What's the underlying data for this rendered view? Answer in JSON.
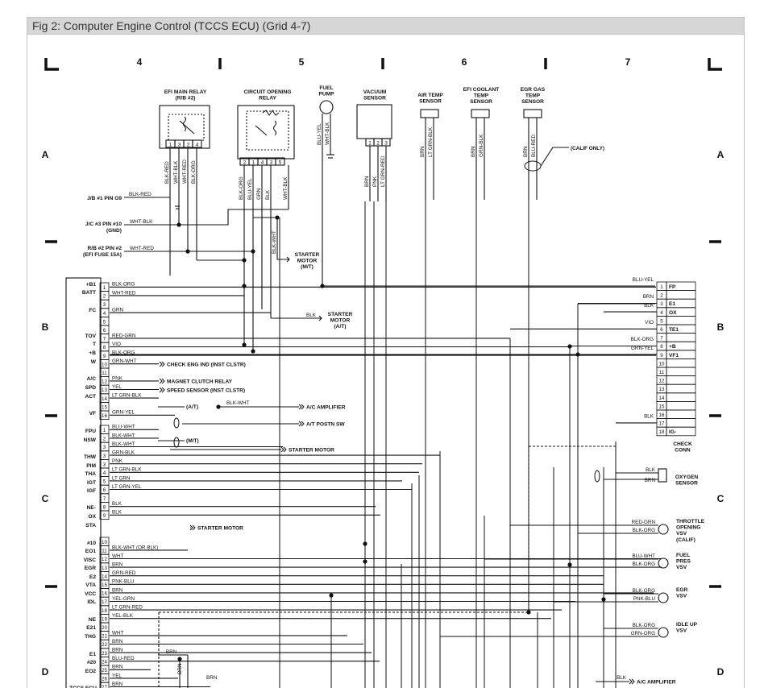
{
  "title": "Fig 2: Computer Engine Control (TCCS ECU) (Grid 4-7)",
  "grid": {
    "columns": [
      "4",
      "5",
      "6",
      "7"
    ],
    "rows": [
      "A",
      "B",
      "C",
      "D"
    ]
  },
  "components": {
    "efi_main_relay": [
      "EFI MAIN RELAY",
      "(R/B #2)"
    ],
    "efi_main_relay_pins": [
      "1",
      "3",
      "2",
      "4"
    ],
    "circuit_opening_relay": [
      "CIRCUIT OPENING",
      "RELAY"
    ],
    "circuit_opening_relay_pins": [
      "2",
      "1",
      "4",
      "3",
      "5"
    ],
    "fuel_pump": [
      "FUEL",
      "PUMP"
    ],
    "vacuum_sensor": [
      "VACUUM",
      "SENSOR"
    ],
    "vacuum_sensor_pins": [
      "1",
      "2",
      "3"
    ],
    "air_temp_sensor": [
      "AIR TEMP",
      "SENSOR"
    ],
    "efi_coolant_temp_sensor": [
      "EFI COOLANT",
      "TEMP",
      "SENSOR"
    ],
    "egr_gas_temp_sensor": [
      "EGR GAS",
      "TEMP",
      "SENSOR"
    ],
    "calif_only": "(CALIF ONLY)",
    "check_conn": [
      "CHECK",
      "CONN"
    ],
    "oxygen_sensor": [
      "OXYGEN",
      "SENSOR"
    ],
    "throttle_opening_vsv": [
      "THROTTLE",
      "OPENING",
      "VSV",
      "(CALIF)"
    ],
    "fuel_pres_vsv": [
      "FUEL",
      "PRES",
      "VSV"
    ],
    "egr_vsv": [
      "EGR",
      "VSV"
    ],
    "idle_up_vsv": [
      "IDLE UP",
      "VSV"
    ],
    "starter_motor_mt": [
      "STARTER",
      "MOTOR",
      "(M/T)"
    ],
    "starter_motor_at": [
      "STARTER",
      "MOTOR",
      "(A/T)"
    ],
    "ac_amplifier_bottom": "A/C AMPLIFIER",
    "ecu_partial_label": "TCCS ECU"
  },
  "top_wires": {
    "efi_main_relay": [
      "BLK-RED",
      "WHT-BLK",
      "WHT-RED",
      "BLK-ORG"
    ],
    "circuit_opening_relay": [
      "BLK-ORG",
      "BLU-YEL",
      "GRN",
      "BLK",
      "WHT-BLK"
    ],
    "fuel_pump": [
      "BLU-YEL",
      "WHT-BLK"
    ],
    "vacuum_sensor": [
      "BRN",
      "PNK",
      "LT GRN-RED"
    ],
    "air_temp_sensor": [
      "BRN",
      "LT GRN-BLK"
    ],
    "coolant_sensor": [
      "BRN",
      "GRN-BLK"
    ],
    "egr_gas_sensor": [
      "BRN",
      "BLU-RED"
    ],
    "starter_feed": "BLK-WHT",
    "starter_at_wire": "BLK"
  },
  "left_inputs": [
    {
      "label": "J/B #1 PIN G9",
      "wire": "BLK-RED"
    },
    {
      "label": "J/C #3 PIN #10",
      "label2": "(GND)",
      "wire": "WHT-BLK"
    },
    {
      "label": "R/B #2 PIN #2",
      "label2": "(EFI FUSE 15A)",
      "wire": "WHT-RED"
    }
  ],
  "ecu_labels": {
    "group1": [
      "+B1",
      "BATT",
      "FC",
      "TOV",
      "T",
      "+B",
      "W",
      "A/C",
      "SPD",
      "ACT",
      "VF"
    ],
    "group2": [
      "FPU",
      "NSW",
      "THW",
      "PIM",
      "THA",
      "IGT",
      "IGF",
      "NE-",
      "OX",
      "STA"
    ],
    "group3": [
      "#10",
      "EO1",
      "VISC",
      "EGR",
      "E2",
      "VTA",
      "VCC",
      "IDL",
      "NE",
      "E21",
      "THG",
      "E1",
      "#20",
      "EO2"
    ]
  },
  "ecu_pins": [
    {
      "pin": "1",
      "wire": "BLK-ORG"
    },
    {
      "pin": "2",
      "wire": "WHT-RED"
    },
    {
      "pin": "3",
      "wire": ""
    },
    {
      "pin": "4",
      "wire": "GRN"
    },
    {
      "pin": "5",
      "wire": ""
    },
    {
      "pin": "6",
      "wire": ""
    },
    {
      "pin": "7",
      "wire": "RED-GRN"
    },
    {
      "pin": "8",
      "wire": "VIO"
    },
    {
      "pin": "9",
      "wire": "BLK-ORG"
    },
    {
      "pin": "10",
      "wire": "GRN-WHT"
    },
    {
      "pin": "11",
      "wire": ""
    },
    {
      "pin": "12",
      "wire": "PNK"
    },
    {
      "pin": "13",
      "wire": "YEL"
    },
    {
      "pin": "14",
      "wire": "LT GRN-BLK"
    },
    {
      "pin": "15",
      "wire": ""
    },
    {
      "pin": "16",
      "wire": "GRN-YEL"
    },
    {
      "pin": "1",
      "wire": "BLU-WHT"
    },
    {
      "pin": "2",
      "wire": "BLK-WHT"
    },
    {
      "pin": "3",
      "wire": "BLK-WHT"
    },
    {
      "pin": "3",
      "wire": "GRN-BLK"
    },
    {
      "pin": "3",
      "wire": "PNK"
    },
    {
      "pin": "4",
      "wire": "LT GRN-BLK"
    },
    {
      "pin": "5",
      "wire": "LT GRN"
    },
    {
      "pin": "6",
      "wire": "LT GRN-YEL"
    },
    {
      "pin": "7",
      "wire": ""
    },
    {
      "pin": "8",
      "wire": "BLK"
    },
    {
      "pin": "9",
      "wire": "BLK"
    },
    {
      "pin": "10",
      "wire": ""
    },
    {
      "pin": "11",
      "wire": "BLK-WHT (OR BLK)"
    },
    {
      "pin": "12",
      "wire": "WHT"
    },
    {
      "pin": "13",
      "wire": "BRN"
    },
    {
      "pin": "14",
      "wire": "GRN-RED"
    },
    {
      "pin": "15",
      "wire": "PNK-BLU"
    },
    {
      "pin": "16",
      "wire": "BRN"
    },
    {
      "pin": "17",
      "wire": "YEL-GRN"
    },
    {
      "pin": "18",
      "wire": "LT GRN-RED"
    },
    {
      "pin": "19",
      "wire": "YEL-BLK"
    },
    {
      "pin": "20",
      "wire": ""
    },
    {
      "pin": "21",
      "wire": "WHT"
    },
    {
      "pin": "22",
      "wire": "BRN"
    },
    {
      "pin": "23",
      "wire": "BRN"
    },
    {
      "pin": "24",
      "wire": "BLU-RED"
    },
    {
      "pin": "25",
      "wire": "BRN"
    },
    {
      "pin": "26",
      "wire": "YEL"
    },
    {
      "pin": "27",
      "wire": "BRN"
    }
  ],
  "ecu_destinations": {
    "check_eng": "CHECK ENG IND (INST CLSTR)",
    "magnet_clutch": "MAGNET CLUTCH RELAY",
    "speed_sensor": "SPEED SENSOR (INST CLSTR)",
    "ac_amplifier": "A/C AMPLIFIER",
    "ac_amp_wire": "BLK-WHT",
    "at_tag": "(A/T)",
    "mt_tag": "(M/T)",
    "at_postn": "A/T POSTN SW",
    "starter_motor": "STARTER MOTOR",
    "starter_motor2": "STARTER MOTOR",
    "brn_d": "BRN",
    "brn_d2": "BRN",
    "brn_vertical": "BRN"
  },
  "check_conn_pins": [
    {
      "pin": "1",
      "label": "FP",
      "wire": "BLU-YEL"
    },
    {
      "pin": "2",
      "label": "",
      "wire": ""
    },
    {
      "pin": "3",
      "label": "E1",
      "wire": "BRN"
    },
    {
      "pin": "4",
      "label": "OX",
      "wire": "BLK"
    },
    {
      "pin": "5",
      "label": "",
      "wire": ""
    },
    {
      "pin": "6",
      "label": "TE1",
      "wire": "VIO"
    },
    {
      "pin": "7",
      "label": "",
      "wire": ""
    },
    {
      "pin": "8",
      "label": "+B",
      "wire": "BLK-ORG"
    },
    {
      "pin": "9",
      "label": "VF1",
      "wire": "GRN-YEL"
    },
    {
      "pin": "10",
      "label": "",
      "wire": ""
    },
    {
      "pin": "11",
      "label": "",
      "wire": ""
    },
    {
      "pin": "12",
      "label": "",
      "wire": ""
    },
    {
      "pin": "13",
      "label": "",
      "wire": ""
    },
    {
      "pin": "14",
      "label": "",
      "wire": ""
    },
    {
      "pin": "15",
      "label": "",
      "wire": ""
    },
    {
      "pin": "16",
      "label": "",
      "wire": ""
    },
    {
      "pin": "17",
      "label": "",
      "wire": "BLK"
    },
    {
      "pin": "18",
      "label": "IG-",
      "wire": ""
    }
  ],
  "right_devices": {
    "oxygen": [
      "BLK",
      "BRN"
    ],
    "throttle": [
      "RED-GRN",
      "BLK-ORG"
    ],
    "fuel_pres": [
      "BLU-WHT",
      "BLK-ORG"
    ],
    "egr": [
      "BLK-ORG",
      "PNK-BLU"
    ],
    "idle_up": [
      "BLK-ORG",
      "GRN-ORG"
    ],
    "ac_amp_wire": "BLK"
  }
}
